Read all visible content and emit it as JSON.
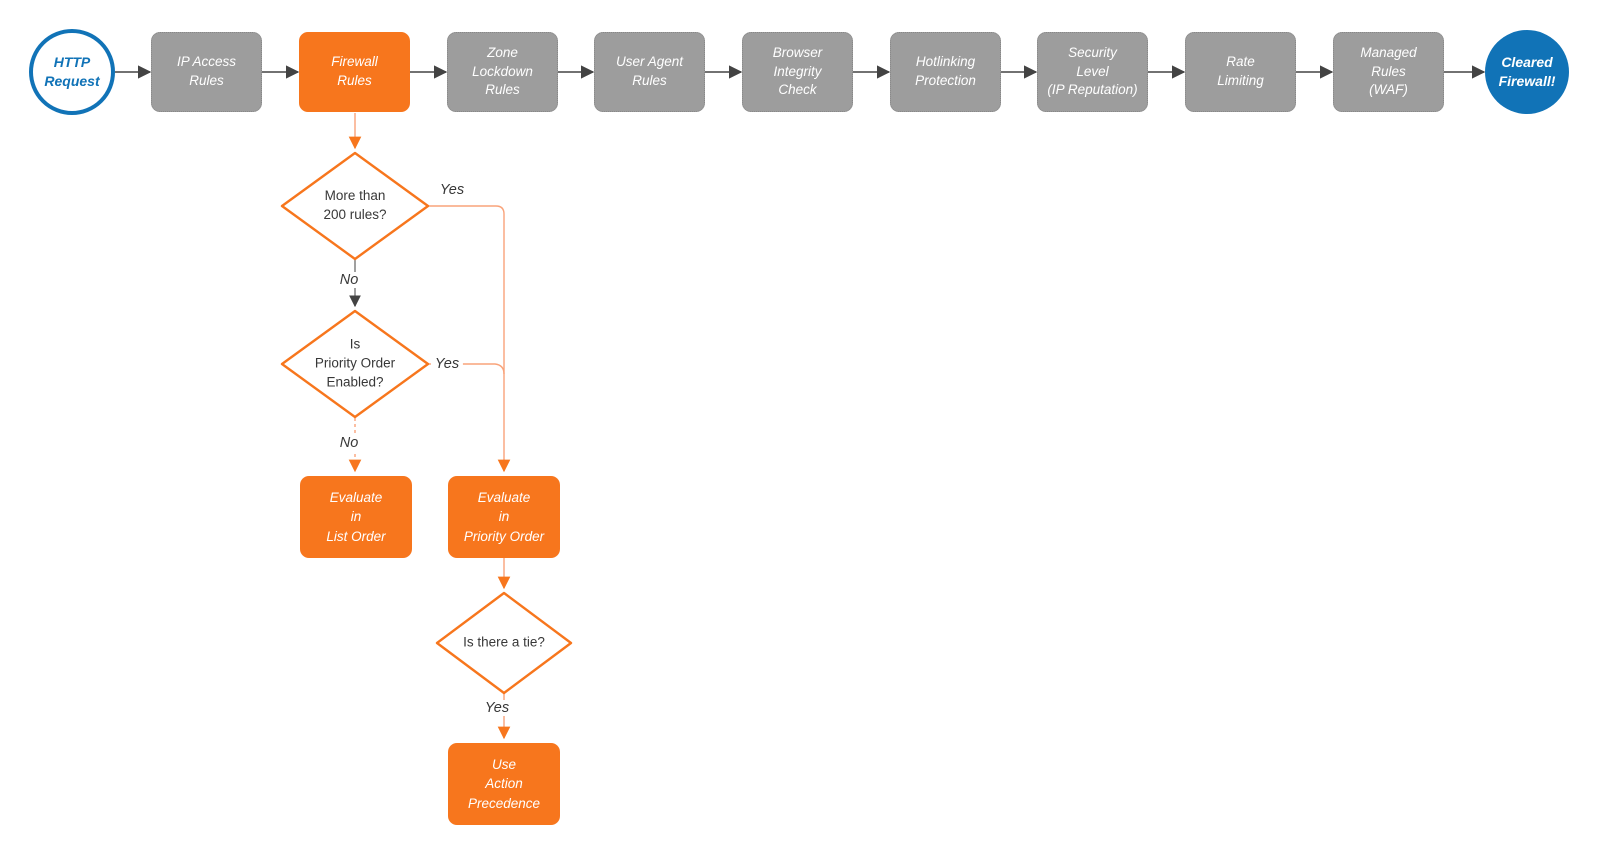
{
  "colors": {
    "accent_orange": "#f7761d",
    "connector_orange": "#f9a37a",
    "node_gray": "#9d9d9d",
    "arrow_gray": "#434343",
    "brand_blue": "#1173b7",
    "diamond_text": "#383838"
  },
  "flow": {
    "start_label": "HTTP\nRequest",
    "end_label": "Cleared\nFirewall!",
    "stages": [
      {
        "label": "IP Access\nRules",
        "style": "gray"
      },
      {
        "label": "Firewall\nRules",
        "style": "orange"
      },
      {
        "label": "Zone\nLockdown\nRules",
        "style": "gray"
      },
      {
        "label": "User Agent\nRules",
        "style": "gray"
      },
      {
        "label": "Browser\nIntegrity\nCheck",
        "style": "gray"
      },
      {
        "label": "Hotlinking\nProtection",
        "style": "gray"
      },
      {
        "label": "Security\nLevel\n(IP Reputation)",
        "style": "gray"
      },
      {
        "label": "Rate\nLimiting",
        "style": "gray"
      },
      {
        "label": "Managed\nRules\n(WAF)",
        "style": "gray"
      }
    ]
  },
  "branch": {
    "decision_rule_count": {
      "question": "More than\n200 rules?",
      "yes": "Yes",
      "no": "No"
    },
    "decision_priority_order": {
      "question": "Is\nPriority Order\nEnabled?",
      "yes": "Yes",
      "no": "No"
    },
    "decision_tie": {
      "question": "Is there a tie?",
      "yes": "Yes"
    },
    "evaluate_list_order": "Evaluate\nin\nList Order",
    "evaluate_priority_order": "Evaluate\nin\nPriority Order",
    "use_action_precedence": "Use\nAction\nPrecedence"
  }
}
